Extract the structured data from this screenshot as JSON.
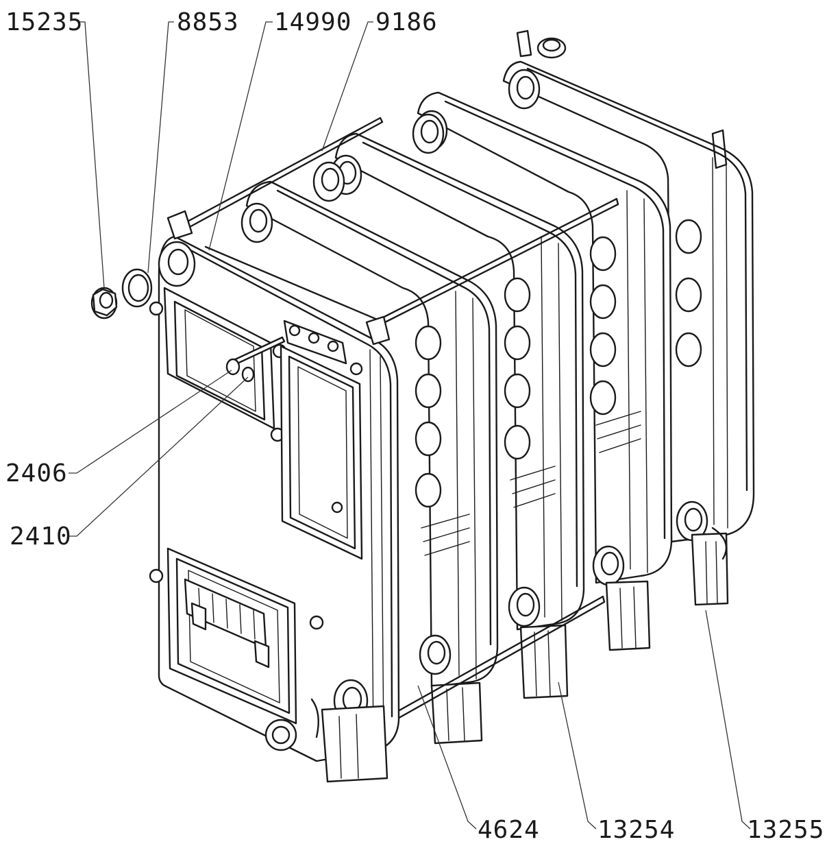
{
  "callouts": {
    "c15235": "15235",
    "c8853": "8853",
    "c14990": "14990",
    "c9186": "9186",
    "c2406": "2406",
    "c2410": "2410",
    "c4624": "4624",
    "c13254": "13254",
    "c13255": "13255"
  },
  "colors": {
    "line": "#1a1a1a",
    "background": "#ffffff"
  }
}
